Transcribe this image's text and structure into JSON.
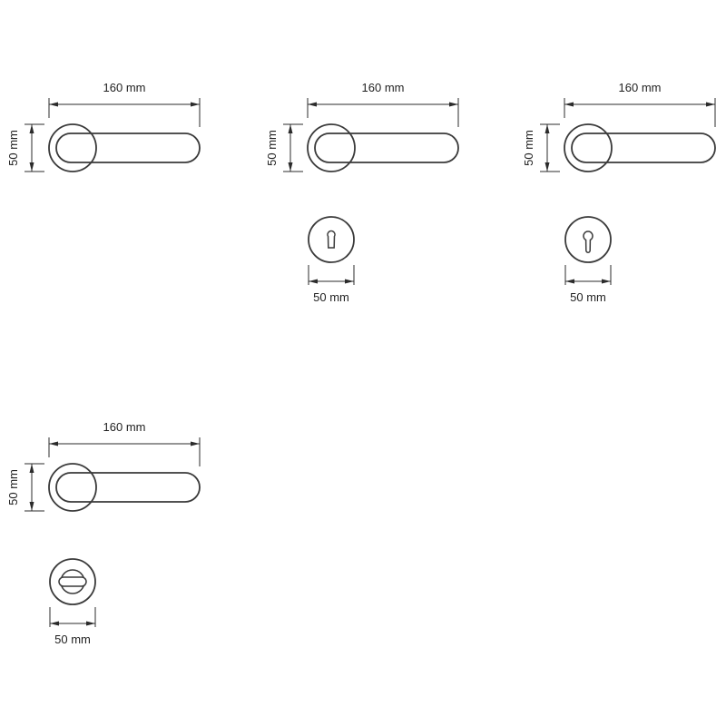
{
  "figures": [
    {
      "name": "lever-handle-plain",
      "width_label": "160 mm",
      "height_label": "50 mm"
    },
    {
      "name": "lever-handle-with-key-rosette",
      "width_label": "160 mm",
      "height_label": "50 mm",
      "rosette": {
        "type": "keyhole",
        "diameter_label": "50 mm"
      }
    },
    {
      "name": "lever-handle-with-euro-cylinder-rosette",
      "width_label": "160 mm",
      "height_label": "50 mm",
      "rosette": {
        "type": "euro-cylinder",
        "diameter_label": "50 mm"
      }
    },
    {
      "name": "lever-handle-with-thumb-turn-rosette",
      "width_label": "160 mm",
      "height_label": "50 mm",
      "rosette": {
        "type": "thumb-turn",
        "diameter_label": "50 mm"
      }
    }
  ],
  "colors": {
    "line": "#3a3a3a",
    "dimension": "#2b2b2b",
    "background": "#ffffff"
  }
}
